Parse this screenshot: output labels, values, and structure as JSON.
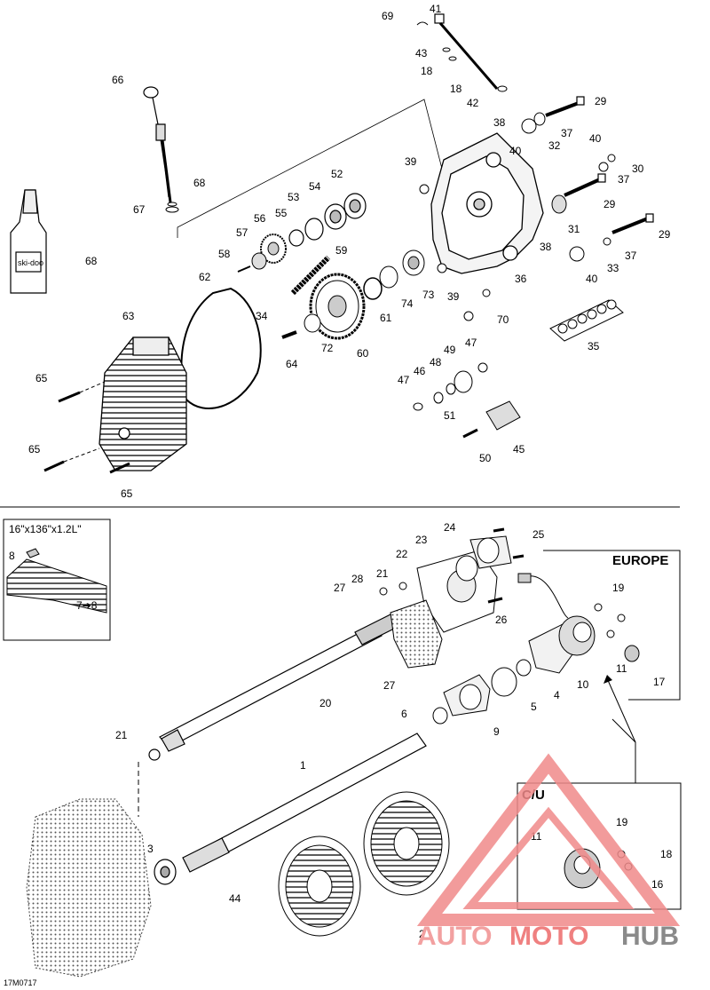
{
  "diagram": {
    "code": "17M0717",
    "labels": {
      "l69": "69",
      "l41": "41",
      "l43": "43",
      "l18a": "18",
      "l18b": "18",
      "l42": "42",
      "l29a": "29",
      "l29b": "29",
      "l29c": "29",
      "l38a": "38",
      "l37a": "37",
      "l32": "32",
      "l40a": "40",
      "l40b": "40",
      "l30": "30",
      "l37b": "37",
      "l31": "31",
      "l38b": "38",
      "l37c": "37",
      "l33": "33",
      "l40c": "40",
      "l35": "35",
      "l36": "36",
      "l70": "70",
      "l39a": "39",
      "l39b": "39",
      "l52": "52",
      "l54": "54",
      "l53": "53",
      "l55": "55",
      "l56": "56",
      "l57": "57",
      "l58": "58",
      "l59": "59",
      "l62": "62",
      "l63": "63",
      "l66": "66",
      "l67": "67",
      "l68a": "68",
      "l68b": "68",
      "l65a": "65",
      "l65b": "65",
      "l65c": "65",
      "l34": "34",
      "l64": "64",
      "l72": "72",
      "l60": "60",
      "l61": "61",
      "l74": "74",
      "l73": "73",
      "l47a": "47",
      "l47b": "47",
      "l46": "46",
      "l48": "48",
      "l49": "49",
      "l51": "51",
      "l50": "50",
      "l45": "45",
      "l24": "24",
      "l25": "25",
      "l23": "23",
      "l22": "22",
      "l21a": "21",
      "l21b": "21",
      "l28": "28",
      "l27a": "27",
      "l27b": "27",
      "l26": "26",
      "l20": "20",
      "l19a": "19",
      "l19b": "19",
      "l11a": "11",
      "l11b": "11",
      "l17": "17",
      "l10": "10",
      "l4": "4",
      "l5": "5",
      "l6": "6",
      "l9": "9",
      "l1": "1",
      "l3": "3",
      "l44": "44",
      "l2": "2",
      "l18c": "18",
      "l16": "16",
      "l8": "8",
      "l78": "7➔8"
    },
    "inset_track": {
      "title": "16\"x136\"x1.2L\""
    },
    "europe_box": {
      "title": "EUROPE"
    },
    "cu_box": {
      "title": "C/U"
    },
    "bottle_brand": "ski-doo"
  },
  "watermark": {
    "text_auto": "AUTO",
    "text_moto": "MOTO",
    "text_hub": "HUB",
    "color_auto": "#f2a0a0",
    "color_moto": "#ef8080",
    "color_hub": "#8a8a8a",
    "triangle_color": "#f08a8a"
  }
}
